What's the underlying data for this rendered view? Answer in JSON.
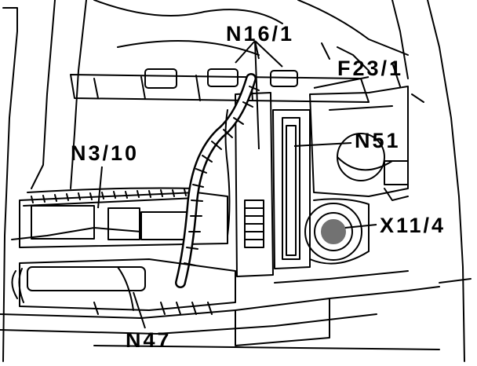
{
  "labels": {
    "n16_1": "N16/1",
    "f23_1": "F23/1",
    "n51": "N51",
    "n3_10": "N3/10",
    "x11_4": "X11/4",
    "n47": "N47"
  },
  "colors": {
    "ink": "#000000",
    "paper": "#ffffff"
  }
}
